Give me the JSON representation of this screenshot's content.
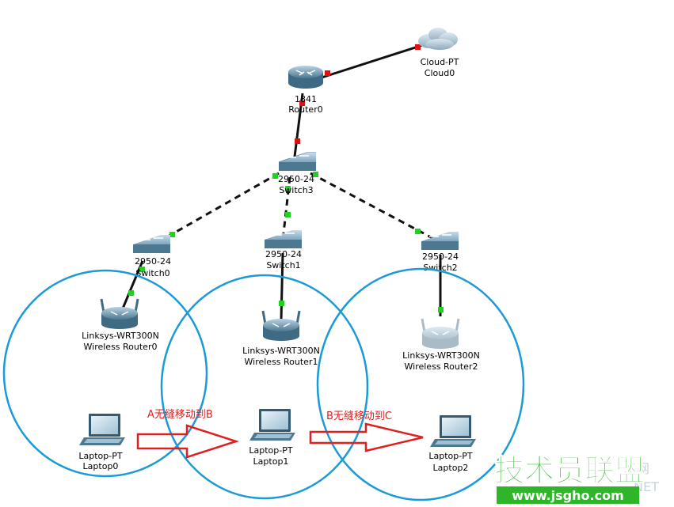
{
  "nodes": {
    "cloud0": {
      "model": "Cloud-PT",
      "name": "Cloud0"
    },
    "router0": {
      "model": "1841",
      "name": "Router0"
    },
    "switch3": {
      "model": "2950-24",
      "name": "Switch3"
    },
    "switch0": {
      "model": "2950-24",
      "name": "Switch0"
    },
    "switch1": {
      "model": "2950-24",
      "name": "Switch1"
    },
    "switch2": {
      "model": "2950-24",
      "name": "Switch2"
    },
    "wr0": {
      "model": "Linksys-WRT300N",
      "name": "Wireless Router0"
    },
    "wr1": {
      "model": "Linksys-WRT300N",
      "name": "Wireless Router1"
    },
    "wr2": {
      "model": "Linksys-WRT300N",
      "name": "Wireless Router2"
    },
    "laptop0": {
      "model": "Laptop-PT",
      "name": "Laptop0"
    },
    "laptop1": {
      "model": "Laptop-PT",
      "name": "Laptop1"
    },
    "laptop2": {
      "model": "Laptop-PT",
      "name": "Laptop2"
    }
  },
  "annotations": {
    "a_to_b": "A无缝移动到B",
    "b_to_c": "B无缝移动到C"
  },
  "watermark": {
    "brand": "技术员联盟",
    "url": "www.jsgho.com",
    "faint_a": "术网",
    "faint_b": "NET"
  },
  "colors": {
    "link": "#111111",
    "port_up": "#22d022",
    "port_down": "#e01010",
    "coverage": "#1a9ad6",
    "arrow": "#e02020",
    "watermark_green": "#2fb52a"
  }
}
